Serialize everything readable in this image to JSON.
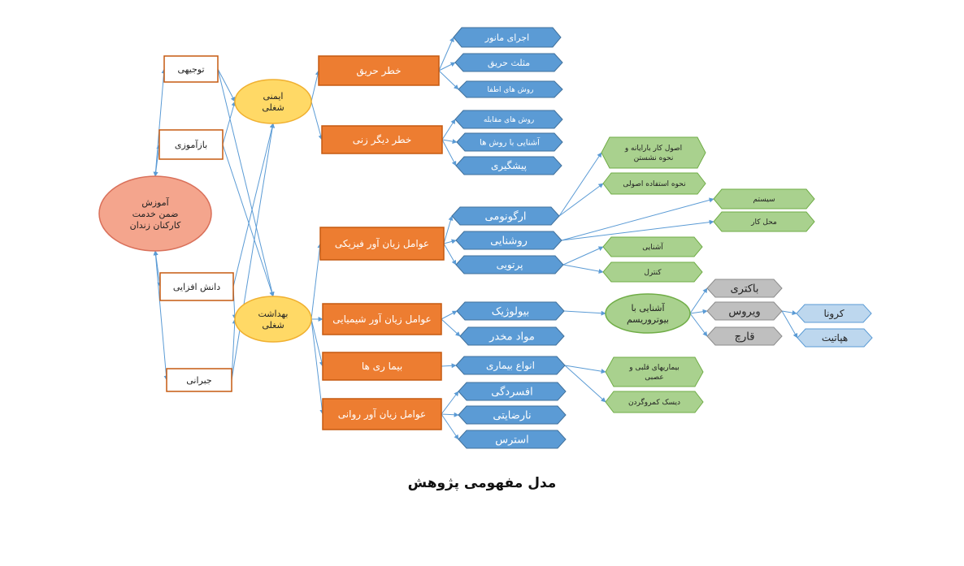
{
  "caption": "مدل مفهومی پژوهش",
  "nodes": {
    "root": "آموزش|ضمن خدمت|کارکنان زندان",
    "tojihi": "توجیهی",
    "bazamuzi": "بازآموزی",
    "danesh": "دانش افزایی",
    "jobrani": "جبرانی",
    "imeni": "ایمنی|شغلی",
    "behdasht": "بهداشت|شغلی",
    "khatar_harigh": "خطر حریق",
    "khatar_digar": "خطر دیگر زنی",
    "fiziki": "عوامل زیان آور فیزیکی",
    "shimiaei": "عوامل زیان آور شیمیایی",
    "bimariha": "بیما ری ها",
    "ravani": "عوامل زیان آور روانی",
    "manovr": "اجرای مانور",
    "mosalas": "مثلث حریق",
    "etfa": "روش های اطفا",
    "moghabele": "روش های مقابله",
    "ashenaei_raveshha": "آشنایی با روش ها",
    "pishgiri": "پیشگیری",
    "ergonomi": "ارگونومی",
    "roshanaei": "روشنایی",
    "partovi": "پرتویی",
    "biology": "بیولوژیک",
    "mavad": "مواد مخدر",
    "anvae_bimari": "انواع بیماری",
    "afsordegi": "افسردگی",
    "narezayati": "نارضایتی",
    "esteres": "استرس",
    "osul_kar": "اصول کار بارایانه و|نحوه نشستن",
    "estefade": "نحوه استفاده اصولی",
    "sistem": "سیستم",
    "mahal_kar": "محل کار",
    "ashenaei": "آشنایی",
    "control": "کنترل",
    "bioterror": "آشنایی با|بیوتروریسم",
    "ghalbi": "بیماریهای قلبی و|عصبی",
    "disk": "دیسک کمروگردن",
    "bakteri": "باکتری",
    "virus": "ویروس",
    "gharch": "قارچ",
    "corona": "کرونا",
    "hepatit": "هپاتیت"
  },
  "colors": {
    "root_fill": "#f4a58d",
    "root_stroke": "#d9705a",
    "yellow_fill": "#ffd966",
    "yellow_stroke": "#f0b030",
    "orange_fill": "#ed7d31",
    "orange_stroke": "#c55a11",
    "blue_fill": "#5b9bd5",
    "blue_stroke": "#41719c",
    "green_fill": "#a9d18e",
    "green_stroke": "#70ad47",
    "gray_fill": "#bfbfbf",
    "gray_stroke": "#8c8c8c",
    "lightblue_fill": "#bdd7ee",
    "lightblue_stroke": "#5b9bd5",
    "line": "#5b9bd5"
  }
}
